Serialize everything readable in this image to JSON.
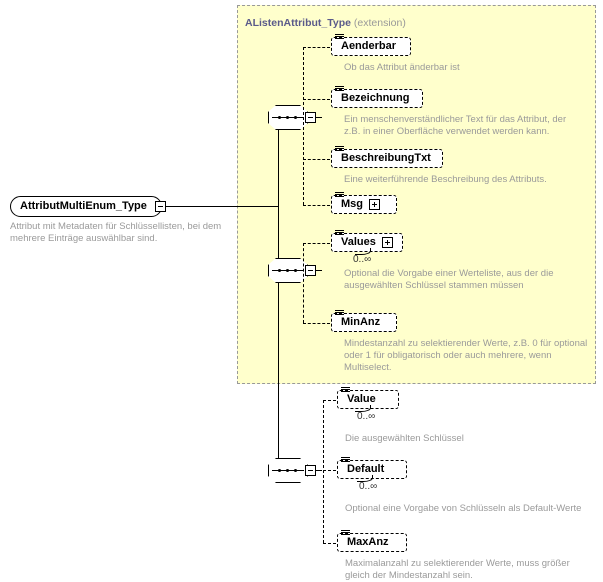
{
  "diagram": {
    "type": "xsd-schema-diagram",
    "background": "#ffffff",
    "extension_panel_color": "#ffffcc",
    "doc_text_color": "#9a9a9a"
  },
  "extension": {
    "title": "AListenAttribut_Type",
    "qualifier": "(extension)"
  },
  "root": {
    "name": "AttributMultiEnum_Type",
    "documentation": "Attribut mit Metadaten für Schlüssellisten, bei dem mehrere Einträge auswählbar sind.",
    "collapse_icon": "minus-box-icon"
  },
  "compositors": [
    {
      "id": "seq-1",
      "kind": "sequence",
      "icon": "sequence-icon",
      "collapse_icon": "minus-box-icon"
    },
    {
      "id": "seq-2",
      "kind": "sequence",
      "icon": "sequence-icon",
      "collapse_icon": "minus-box-icon"
    },
    {
      "id": "seq-3",
      "kind": "sequence",
      "icon": "sequence-icon",
      "collapse_icon": "minus-box-icon"
    }
  ],
  "groups": [
    {
      "id": "group-inherited-1",
      "inside_extension": true,
      "elements": [
        {
          "name": "Aenderbar",
          "documentation": "Ob das Attribut änderbar ist",
          "cardinality": "",
          "expandable": false,
          "icon": "element-stack-icon"
        },
        {
          "name": "Bezeichnung",
          "documentation": "Ein menschenverständlicher Text für das Attribut, der z.B. in einer Oberfläche verwendet werden kann.",
          "cardinality": "",
          "expandable": false,
          "icon": "element-stack-icon"
        },
        {
          "name": "BeschreibungTxt",
          "documentation": "Eine weiterführende Beschreibung des Attributs.",
          "cardinality": "",
          "expandable": false,
          "icon": "element-stack-icon"
        },
        {
          "name": "Msg",
          "documentation": "",
          "cardinality": "",
          "expandable": true,
          "expand_icon": "plus-box-icon",
          "icon": "element-stack-icon"
        }
      ]
    },
    {
      "id": "group-inherited-2",
      "inside_extension": true,
      "elements": [
        {
          "name": "Values",
          "documentation": "Optional die Vorgabe einer Werteliste, aus der die ausgewählten Schlüssel stammen müssen",
          "cardinality": "0..∞",
          "expandable": true,
          "expand_icon": "plus-box-icon",
          "icon": "element-stack-icon"
        },
        {
          "name": "MinAnz",
          "documentation": "Mindestanzahl zu selektierender Werte, z.B. 0 für optional oder 1 für obligatorisch oder auch mehrere, wenn Multiselect.",
          "cardinality": "",
          "expandable": false,
          "icon": "element-stack-icon"
        }
      ]
    },
    {
      "id": "group-own",
      "inside_extension": false,
      "elements": [
        {
          "name": "Value",
          "documentation": "Die ausgewählten Schlüssel",
          "cardinality": "0..∞",
          "expandable": false,
          "icon": "element-stack-icon"
        },
        {
          "name": "Default",
          "documentation": "Optional eine Vorgabe von Schlüsseln als Default-Werte",
          "cardinality": "0..∞",
          "expandable": false,
          "icon": "element-stack-icon"
        },
        {
          "name": "MaxAnz",
          "documentation": "Maximalanzahl zu selektierender Werte, muss größer gleich der Mindestanzahl sein.",
          "cardinality": "",
          "expandable": false,
          "icon": "element-stack-icon"
        }
      ]
    }
  ]
}
